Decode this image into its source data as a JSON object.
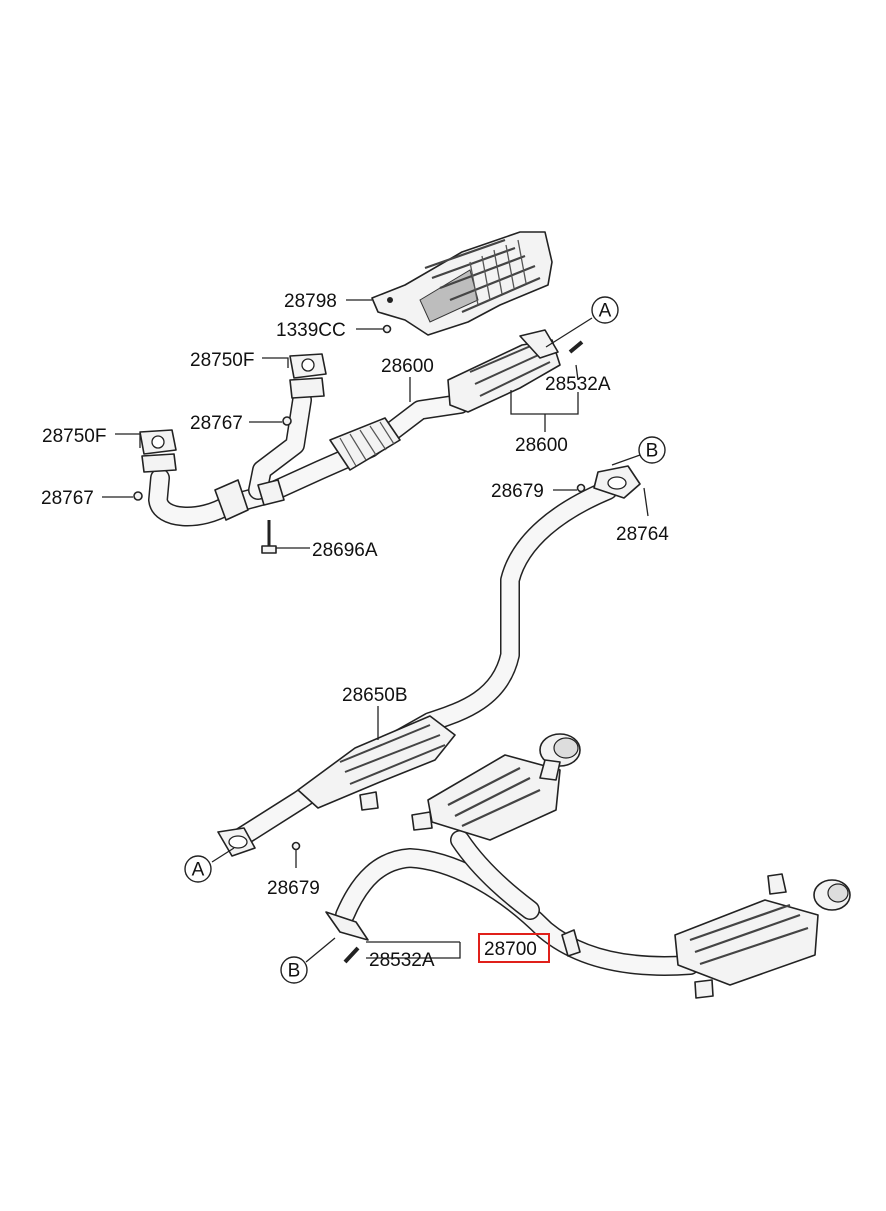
{
  "labels": {
    "l28798": "28798",
    "l1339cc": "1339CC",
    "l28750f_a": "28750F",
    "l28767_a": "28767",
    "l28750f_b": "28750F",
    "l28767_b": "28767",
    "l28600_top": "28600",
    "l28532a_top": "28532A",
    "l28600_bottom": "28600",
    "l28696a": "28696A",
    "l28679_top": "28679",
    "l28764": "28764",
    "l28650b": "28650B",
    "l28679_bottom": "28679",
    "l28532a_bottom": "28532A",
    "l28700": "28700"
  },
  "connectors": {
    "a_top": "A",
    "b_top": "B",
    "a_bottom": "A",
    "b_bottom": "B"
  },
  "highlight": {
    "part": "28700",
    "color": "#e0201a"
  }
}
